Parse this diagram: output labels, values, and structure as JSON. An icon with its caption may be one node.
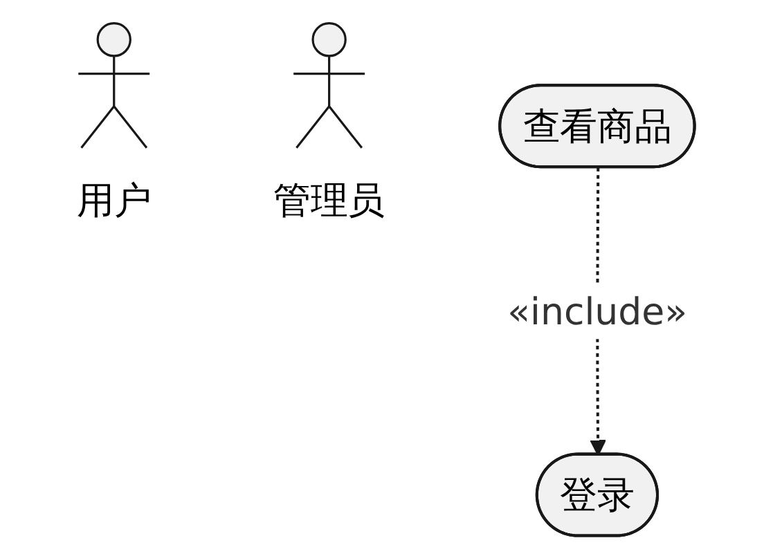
{
  "diagram": {
    "nodes": [
      {
        "text": [
          "用户"
        ]
      },
      {
        "text": [
          "管理员"
        ]
      },
      {
        "text": [
          "查看商品"
        ]
      },
      {
        "text": [
          "登录"
        ]
      }
    ],
    "edges": [
      {
        "from": 2,
        "to": 3,
        "arrow": "to",
        "style": "dashed",
        "label": "«include»"
      }
    ]
  }
}
